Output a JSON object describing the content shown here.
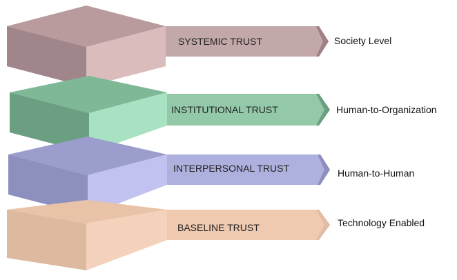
{
  "layers": [
    {
      "name": "SYSTEMIC TRUST",
      "level": "Society Level",
      "colors": {
        "top": "#b99a9d",
        "side": "#a0868b",
        "front": "#dbbcbd",
        "arrow": "#c2a8a9",
        "chevron": "#9e8187"
      }
    },
    {
      "name": "INSTITUTIONAL TRUST",
      "level": "Human-to-Organization",
      "colors": {
        "top": "#7eb896",
        "side": "#6b9f81",
        "front": "#a8e2c3",
        "arrow": "#93c9a8",
        "chevron": "#6c9f80"
      }
    },
    {
      "name": "INTERPERSONAL TRUST",
      "level": "Human-to-Human",
      "colors": {
        "top": "#9b9dcc",
        "side": "#8d8fbf",
        "front": "#c1c2ef",
        "arrow": "#aeb0dd",
        "chevron": "#8e8fbf"
      }
    },
    {
      "name": "BASELINE TRUST",
      "level": "Technology Enabled",
      "colors": {
        "top": "#e9c3a8",
        "side": "#ddb9a0",
        "front": "#f4d2bc",
        "arrow": "#efc9b0",
        "chevron": "#e0bca3"
      }
    }
  ]
}
